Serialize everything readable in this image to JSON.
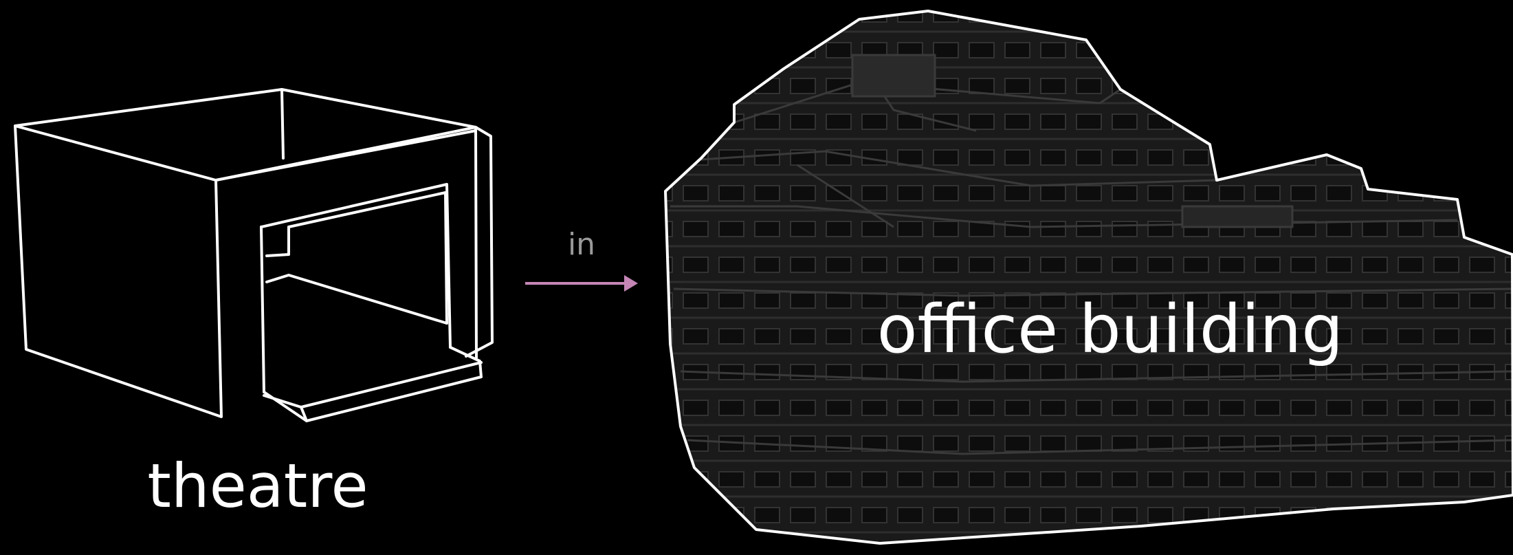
{
  "source": {
    "label": "theatre",
    "icon": "theatre-sketch-icon"
  },
  "relation": {
    "label": "in",
    "color": "#c586b6"
  },
  "target": {
    "label": "office building",
    "icon": "office-building-photo-icon"
  },
  "colors": {
    "background": "#000000",
    "sketch_stroke": "#ffffff",
    "building_fill": "#1c1c1c",
    "building_detail": "#3a3a3a"
  }
}
